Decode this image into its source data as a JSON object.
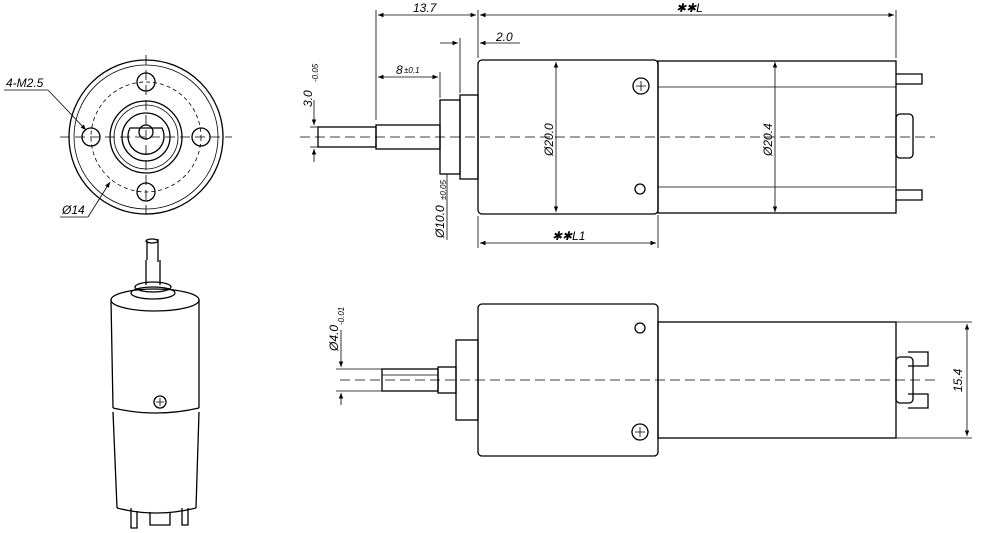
{
  "labels": {
    "holes": "4-M2.5",
    "pcd": "Ø14",
    "shaft_len": "13.7",
    "overall_len": "✱✱L",
    "flange": "2.0",
    "d_len": "8",
    "d_len_tol": "±0.1",
    "d_flat": "3.0",
    "d_flat_tol": "-0.05",
    "boss_dia": "Ø10.0",
    "boss_tol": "±0.05",
    "gearbox_dia": "Ø20.0",
    "motor_dia": "Ø20.4",
    "gearbox_len": "✱✱L1",
    "shaft_dia": "Ø4.0",
    "shaft_tol": "-0.01",
    "width": "15.4"
  }
}
